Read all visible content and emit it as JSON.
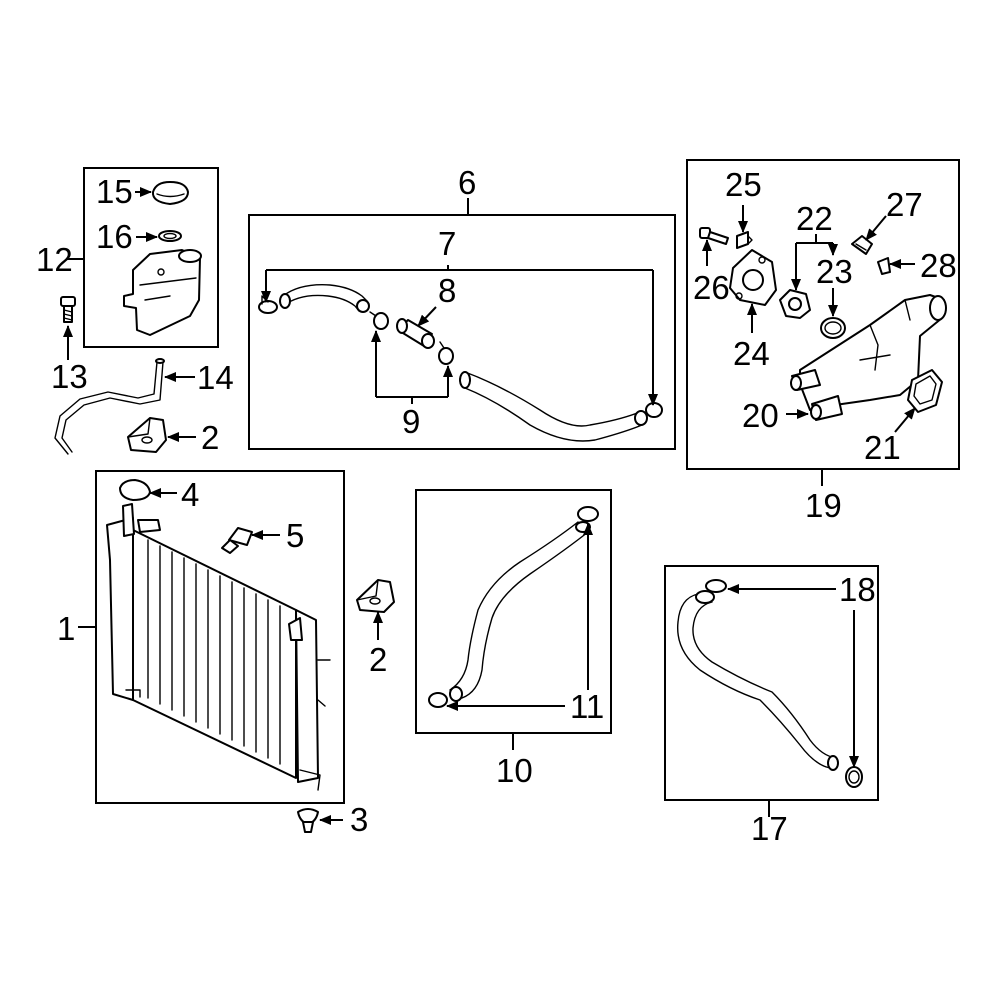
{
  "diagram": {
    "labels": {
      "p1": "1",
      "p2a": "2",
      "p2b": "2",
      "p3": "3",
      "p4": "4",
      "p5": "5",
      "p6": "6",
      "p7": "7",
      "p8": "8",
      "p9": "9",
      "p10": "10",
      "p11": "11",
      "p12": "12",
      "p13": "13",
      "p14": "14",
      "p15": "15",
      "p16": "16",
      "p17": "17",
      "p18": "18",
      "p19": "19",
      "p20": "20",
      "p21": "21",
      "p22": "22",
      "p23": "23",
      "p24": "24",
      "p25": "25",
      "p26": "26",
      "p27": "27",
      "p28": "28"
    }
  }
}
